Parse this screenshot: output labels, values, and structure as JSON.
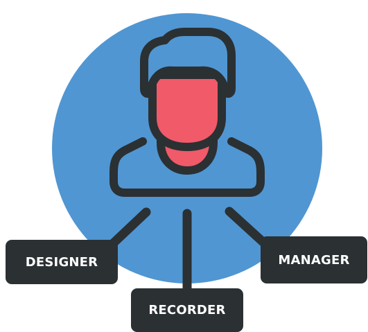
{
  "colors": {
    "circle": "#5096d2",
    "outline": "#2b3033",
    "face": "#f05a69",
    "label_background": "#2b3033",
    "label_text": "#ffffff"
  },
  "icon": "user-avatar-icon",
  "roles": {
    "designer": "DESIGNER",
    "recorder": "RECORDER",
    "manager": "MANAGER"
  }
}
